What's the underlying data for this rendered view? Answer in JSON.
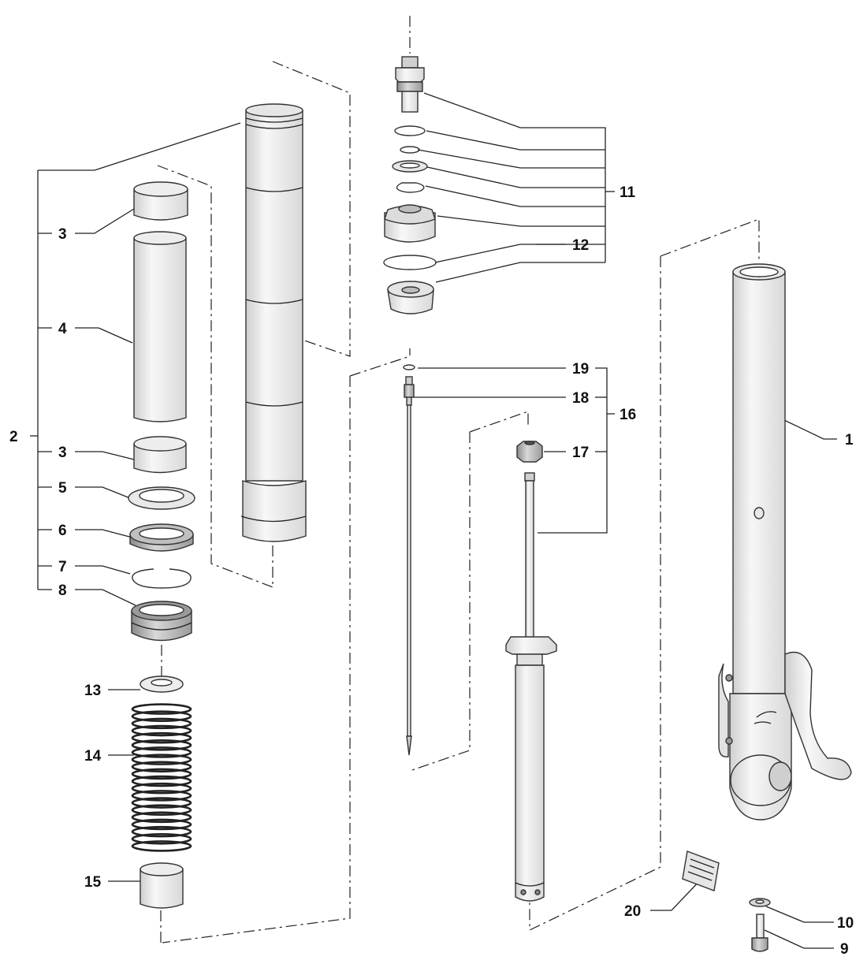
{
  "diagram": {
    "labels": {
      "l1": "1",
      "l2": "2",
      "l3a": "3",
      "l3b": "3",
      "l4": "4",
      "l5": "5",
      "l6": "6",
      "l7": "7",
      "l8": "8",
      "l9": "9",
      "l10": "10",
      "l11": "11",
      "l12": "12",
      "l13": "13",
      "l14": "14",
      "l15": "15",
      "l16": "16",
      "l17": "17",
      "l18": "18",
      "l19": "19",
      "l20": "20"
    },
    "colors": {
      "line": "#222222",
      "part_fill": "#f2f2f2",
      "part_shade": "#d6d6d6"
    }
  }
}
